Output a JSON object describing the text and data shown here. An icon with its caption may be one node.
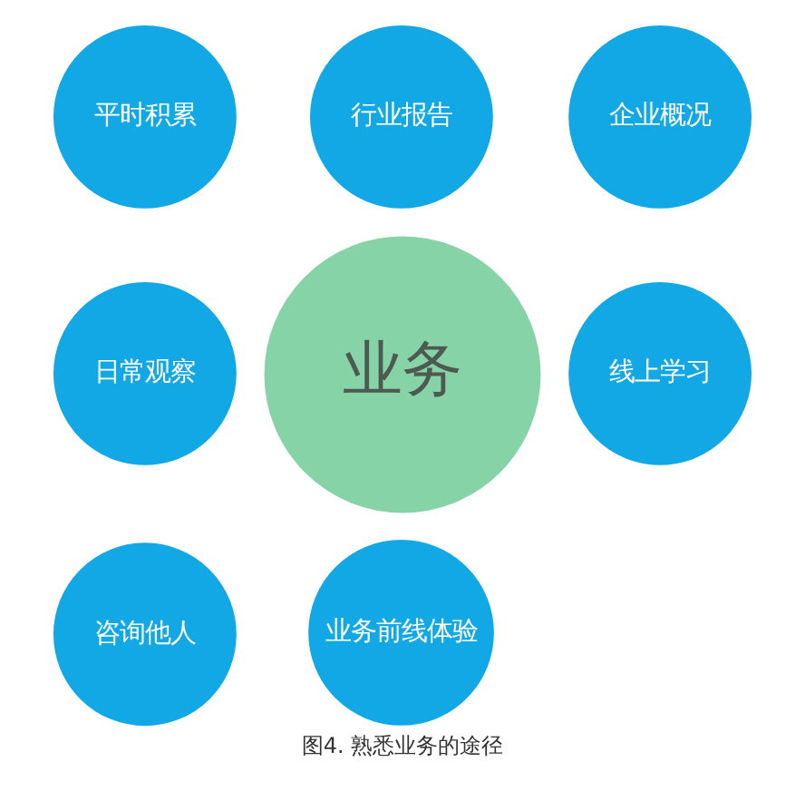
{
  "diagram": {
    "caption": "图4. 熟悉业务的途径",
    "nodes": [
      {
        "text": [
          "行业报告"
        ]
      },
      {
        "text": [
          "平时积累"
        ]
      },
      {
        "text": [
          "企业概况"
        ]
      },
      {
        "text": [
          "业务"
        ]
      },
      {
        "text": [
          "日常观察"
        ]
      },
      {
        "text": [
          "线上学习"
        ]
      },
      {
        "text": [
          "咨询他人"
        ]
      },
      {
        "text": [
          "业务前线体验"
        ]
      }
    ]
  }
}
